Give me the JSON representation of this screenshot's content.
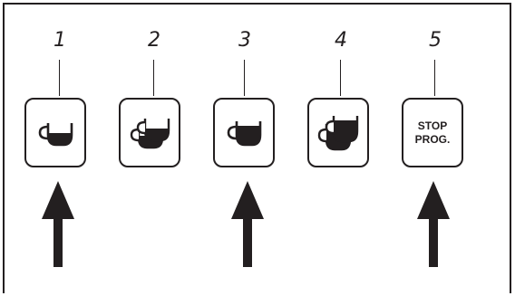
{
  "colors": {
    "ink": "#231f20",
    "background": "#ffffff"
  },
  "buttons": [
    {
      "number": "1",
      "icon": "small-cup-icon",
      "arrow": true
    },
    {
      "number": "2",
      "icon": "double-small-cup-icon",
      "arrow": false
    },
    {
      "number": "3",
      "icon": "large-cup-icon",
      "arrow": true
    },
    {
      "number": "4",
      "icon": "double-large-cup-icon",
      "arrow": false
    },
    {
      "number": "5",
      "text_line1": "STOP",
      "text_line2": "PROG.",
      "arrow": true
    }
  ]
}
